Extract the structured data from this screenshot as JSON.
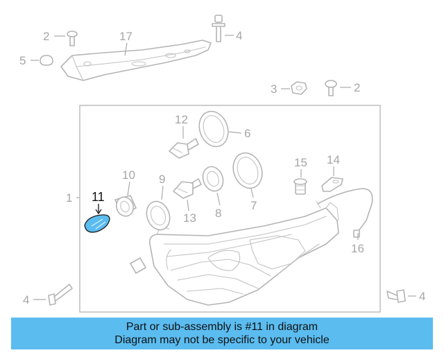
{
  "diagram": {
    "callouts": {
      "c1": "1",
      "c2a": "2",
      "c2b": "2",
      "c3": "3",
      "c4a": "4",
      "c4b": "4",
      "c4c": "4",
      "c5": "5",
      "c6": "6",
      "c7": "7",
      "c8": "8",
      "c9": "9",
      "c10": "10",
      "c11": "11",
      "c12": "12",
      "c13": "13",
      "c14": "14",
      "c15": "15",
      "c16": "16",
      "c17": "17"
    },
    "highlighted_part": "11",
    "highlight_color": "#5bbcf0",
    "banner_color": "#5bbcf0"
  },
  "banner": {
    "line1": "Part or sub-assembly is #11 in diagram",
    "line2": "Diagram may not be specific to your vehicle"
  }
}
